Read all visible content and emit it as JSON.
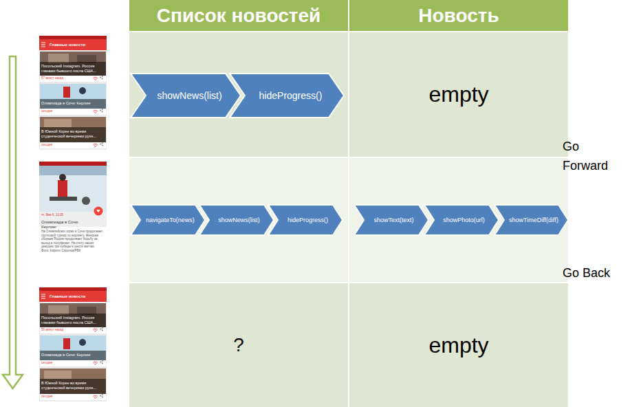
{
  "diagram": {
    "nodes": [
      {
        "text": [
          "Список новостей"
        ]
      },
      {
        "text": [
          "Новость"
        ]
      },
      {
        "text": [
          "showNews(list)"
        ]
      },
      {
        "text": [
          "hideProgress()"
        ]
      },
      {
        "text": [
          "empty"
        ]
      },
      {
        "text": [
          "navigateTo(news)"
        ]
      },
      {
        "text": [
          "showNews(list)"
        ]
      },
      {
        "text": [
          "hideProgress()"
        ]
      },
      {
        "text": [
          "showText(text)"
        ]
      },
      {
        "text": [
          "showPhoto(url)"
        ]
      },
      {
        "text": [
          "showTimeDiff(diff)"
        ]
      },
      {
        "text": [
          "?"
        ]
      },
      {
        "text": [
          "empty"
        ]
      }
    ],
    "edges": [],
    "labels": [
      "Go Forward",
      "Go Back",
      "Главные новости",
      "Посольский Instagram. Россия глазами бывшего посла США...",
      "57 минут назад",
      "Олимпиада в Сочи: Керлинг",
      "сегодня",
      "В Южной Корее во время студенческой вечеринки рухн...",
      "сегодня",
      "чт, Фев 6, 11:05",
      "Олимпиада в Сочи: Керлинг",
      "На Олимпийских играх в Сочи продолжает групповой турнир по керлингу. Женская сборная России продолжает борьбу за выход в полуфинал. На счету наших девушек три победы в шести матчах. Фото: Кирилл Сиротюк/РБК",
      "Главные новости",
      "Посольский Instagram. Россия глазами бывшего посла США...",
      "56 минут назад",
      "Олимпиада в Сочи: Керлинг",
      "сегодня",
      "В Южной Корее во время студенческой вечеринки рухн...",
      "сегодня"
    ]
  }
}
